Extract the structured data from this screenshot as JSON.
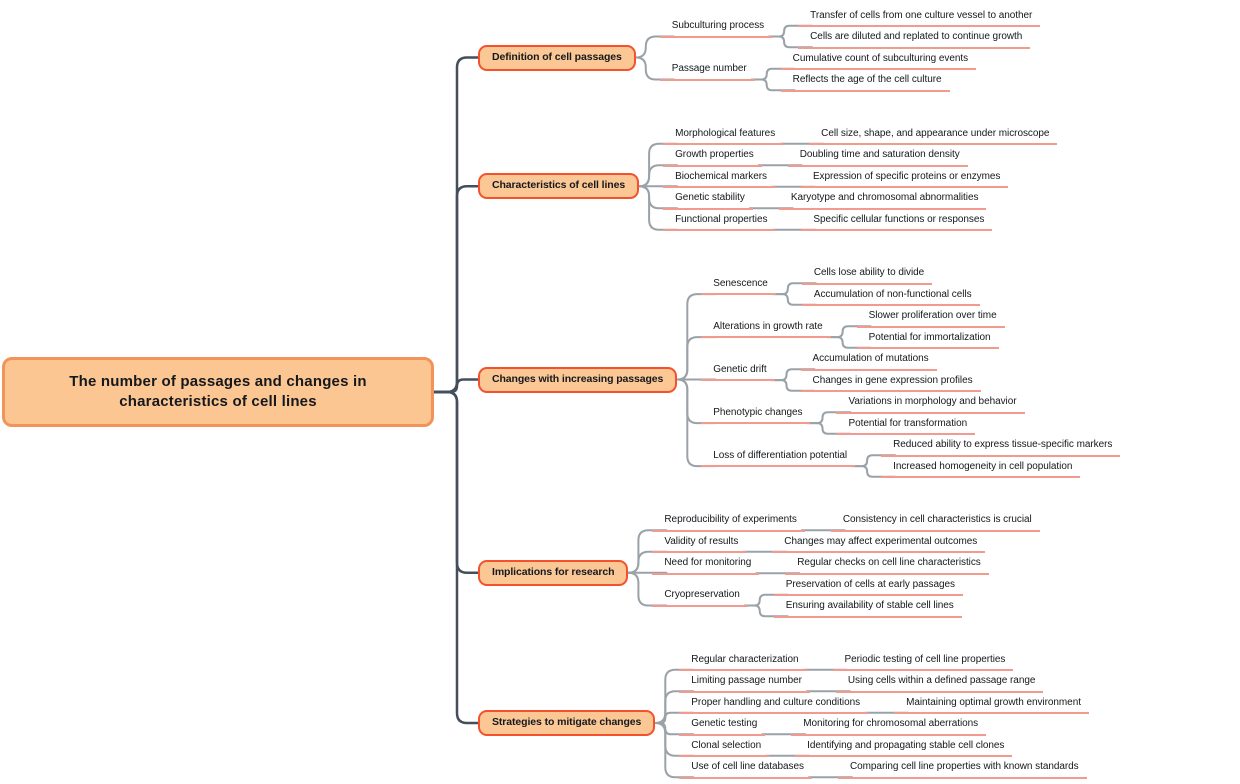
{
  "colors": {
    "background": "#ffffff",
    "root_fill": "#fcc693",
    "root_border": "#f2935a",
    "branch_fill": "#fbc795",
    "branch_border": "#f4512c",
    "underline": "#f19a8d",
    "link": "#9aa2a8",
    "trunk": "#454f5b",
    "text": "#15181c"
  },
  "mindmap": {
    "label": "The number of passages and changes in characteristics of cell lines",
    "children": [
      {
        "label": "Definition of cell passages",
        "children": [
          {
            "label": "Subculturing process",
            "children": [
              {
                "label": "Transfer of cells from one culture vessel to another"
              },
              {
                "label": "Cells are diluted and replated to continue growth"
              }
            ]
          },
          {
            "label": "Passage number",
            "children": [
              {
                "label": "Cumulative count of subculturing events"
              },
              {
                "label": "Reflects the age of the cell culture"
              }
            ]
          }
        ]
      },
      {
        "label": "Characteristics of cell lines",
        "children": [
          {
            "label": "Morphological features",
            "children": [
              {
                "label": "Cell size, shape, and appearance under microscope"
              }
            ]
          },
          {
            "label": "Growth properties",
            "children": [
              {
                "label": "Doubling time and saturation density"
              }
            ]
          },
          {
            "label": "Biochemical markers",
            "children": [
              {
                "label": "Expression of specific proteins or enzymes"
              }
            ]
          },
          {
            "label": "Genetic stability",
            "children": [
              {
                "label": "Karyotype and chromosomal abnormalities"
              }
            ]
          },
          {
            "label": "Functional properties",
            "children": [
              {
                "label": "Specific cellular functions or responses"
              }
            ]
          }
        ]
      },
      {
        "label": "Changes with increasing passages",
        "children": [
          {
            "label": "Senescence",
            "children": [
              {
                "label": "Cells lose ability to divide"
              },
              {
                "label": "Accumulation of non-functional cells"
              }
            ]
          },
          {
            "label": "Alterations in growth rate",
            "children": [
              {
                "label": "Slower proliferation over time"
              },
              {
                "label": "Potential for immortalization"
              }
            ]
          },
          {
            "label": "Genetic drift",
            "children": [
              {
                "label": "Accumulation of mutations"
              },
              {
                "label": "Changes in gene expression profiles"
              }
            ]
          },
          {
            "label": "Phenotypic changes",
            "children": [
              {
                "label": "Variations in morphology and behavior"
              },
              {
                "label": "Potential for transformation"
              }
            ]
          },
          {
            "label": "Loss of differentiation potential",
            "children": [
              {
                "label": "Reduced ability to express tissue-specific markers"
              },
              {
                "label": "Increased homogeneity in cell population"
              }
            ]
          }
        ]
      },
      {
        "label": "Implications for research",
        "children": [
          {
            "label": "Reproducibility of experiments",
            "children": [
              {
                "label": "Consistency in cell characteristics is crucial"
              }
            ]
          },
          {
            "label": "Validity of results",
            "children": [
              {
                "label": "Changes may affect experimental outcomes"
              }
            ]
          },
          {
            "label": "Need for monitoring",
            "children": [
              {
                "label": "Regular checks on cell line characteristics"
              }
            ]
          },
          {
            "label": "Cryopreservation",
            "children": [
              {
                "label": "Preservation of cells at early passages"
              },
              {
                "label": "Ensuring availability of stable cell lines"
              }
            ]
          }
        ]
      },
      {
        "label": "Strategies to mitigate changes",
        "children": [
          {
            "label": "Regular characterization",
            "children": [
              {
                "label": "Periodic testing of cell line properties"
              }
            ]
          },
          {
            "label": "Limiting passage number",
            "children": [
              {
                "label": "Using cells within a defined passage range"
              }
            ]
          },
          {
            "label": "Proper handling and culture conditions",
            "children": [
              {
                "label": "Maintaining optimal growth environment"
              }
            ]
          },
          {
            "label": "Genetic testing",
            "children": [
              {
                "label": "Monitoring for chromosomal aberrations"
              }
            ]
          },
          {
            "label": "Clonal selection",
            "children": [
              {
                "label": "Identifying and propagating stable cell clones"
              }
            ]
          },
          {
            "label": "Use of cell line databases",
            "children": [
              {
                "label": "Comparing cell line properties with known standards"
              }
            ]
          }
        ]
      }
    ]
  }
}
